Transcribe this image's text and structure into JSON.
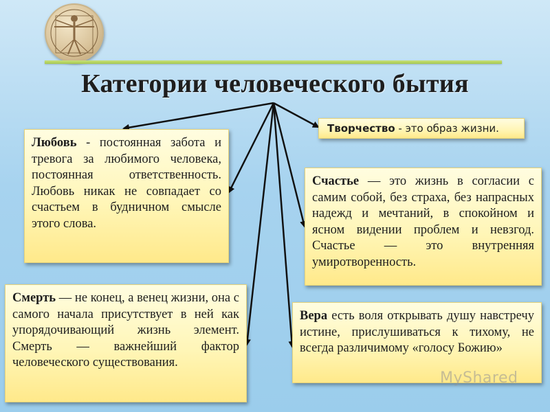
{
  "title": "Категории человеческого бытия",
  "boxes": {
    "love": {
      "term": "Любовь",
      "text": " - постоянная забота и тревога за любимого человека, постоянная ответственность. Любовь никак не совпадает со счастьем в будничном смысле этого слова."
    },
    "create": {
      "term": "Творчество",
      "text": " - это образ жизни."
    },
    "happy": {
      "term": "Счастье",
      "text": " — это жизнь в согласии с самим собой, без страха, без напрасных надежд и мечтаний, в спокойном и ясном видении проблем и невзгод. Счастье — это внутренняя умиротворенность."
    },
    "death": {
      "term": "Смерть",
      "text": " — не конец, а венец жизни, она с самого начала присутствует в ней как упорядочивающий жизнь элемент. Смерть — важнейший фактор человеческого существования."
    },
    "faith": {
      "term": "Вера",
      "text": " есть воля открывать душу навстречу истине, прислушиваться к тихому, не всегда различимому «голосу Божию»"
    }
  },
  "watermark": "MyShared",
  "icons": [
    "vitruvian-man-logo",
    "arrow-icon"
  ]
}
